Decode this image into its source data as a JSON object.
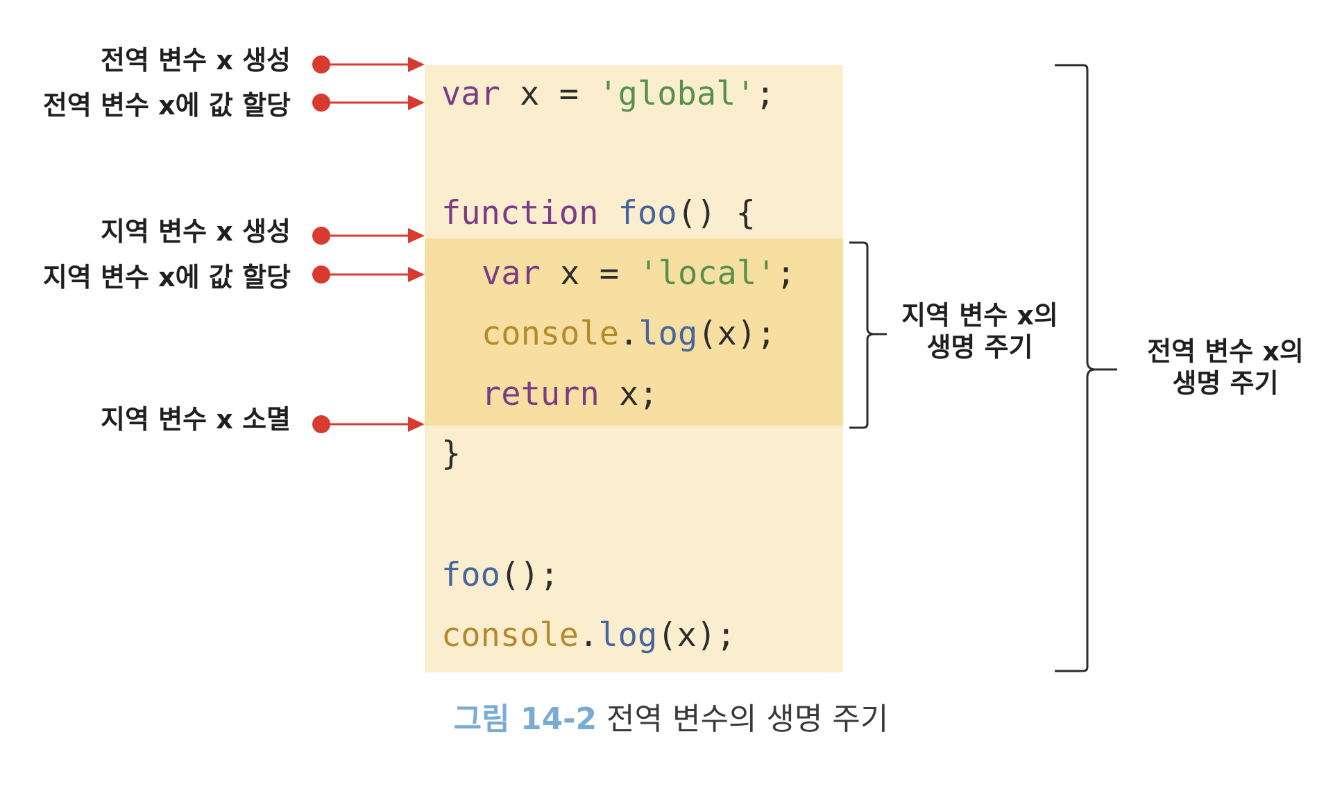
{
  "code": {
    "lines": [
      {
        "id": "line-1",
        "tokens": [
          {
            "t": "var",
            "c": "keyword"
          },
          {
            "t": " x = ",
            "c": "plain"
          },
          {
            "t": "'global'",
            "c": "string"
          },
          {
            "t": ";",
            "c": "plain"
          }
        ]
      },
      {
        "id": "line-2",
        "tokens": [
          {
            "t": "function",
            "c": "keyword"
          },
          {
            "t": " ",
            "c": "plain"
          },
          {
            "t": "foo",
            "c": "func"
          },
          {
            "t": "() {",
            "c": "plain"
          }
        ]
      },
      {
        "id": "line-3",
        "tokens": [
          {
            "t": "var",
            "c": "keyword"
          },
          {
            "t": " x = ",
            "c": "plain"
          },
          {
            "t": "'local'",
            "c": "string"
          },
          {
            "t": ";",
            "c": "plain"
          }
        ]
      },
      {
        "id": "line-4",
        "tokens": [
          {
            "t": "console",
            "c": "obj"
          },
          {
            "t": ".",
            "c": "plain"
          },
          {
            "t": "log",
            "c": "func"
          },
          {
            "t": "(x);",
            "c": "plain"
          }
        ]
      },
      {
        "id": "line-5",
        "tokens": [
          {
            "t": "return",
            "c": "keyword"
          },
          {
            "t": " x;",
            "c": "plain"
          }
        ]
      },
      {
        "id": "line-6",
        "tokens": [
          {
            "t": "}",
            "c": "plain"
          }
        ]
      },
      {
        "id": "line-7",
        "tokens": [
          {
            "t": "foo",
            "c": "func"
          },
          {
            "t": "();",
            "c": "plain"
          }
        ]
      },
      {
        "id": "line-8",
        "tokens": [
          {
            "t": "console",
            "c": "obj"
          },
          {
            "t": ".",
            "c": "plain"
          },
          {
            "t": "log",
            "c": "func"
          },
          {
            "t": "(x);",
            "c": "plain"
          }
        ]
      }
    ]
  },
  "events": [
    {
      "label": "전역 변수 x 생성"
    },
    {
      "label": "전역 변수 x에 값 할당"
    },
    {
      "label": "지역 변수 x 생성"
    },
    {
      "label": "지역 변수 x에 값 할당"
    },
    {
      "label": "지역 변수 x 소멸"
    }
  ],
  "braces": {
    "local": {
      "label": "지역 변수 x의\n생명 주기"
    },
    "global": {
      "label": "전역 변수 x의\n생명 주기"
    }
  },
  "caption": {
    "number": "그림 14-2",
    "text": " 전역 변수의 생명 주기"
  },
  "colors": {
    "marker": "#d93a2f",
    "panel": "#fbeecf",
    "local_panel": "#f7dfa1",
    "keyword": "#7a3c86",
    "string": "#56914c",
    "function": "#45659d",
    "object": "#b48a2c",
    "caption_number": "#78acd5"
  }
}
